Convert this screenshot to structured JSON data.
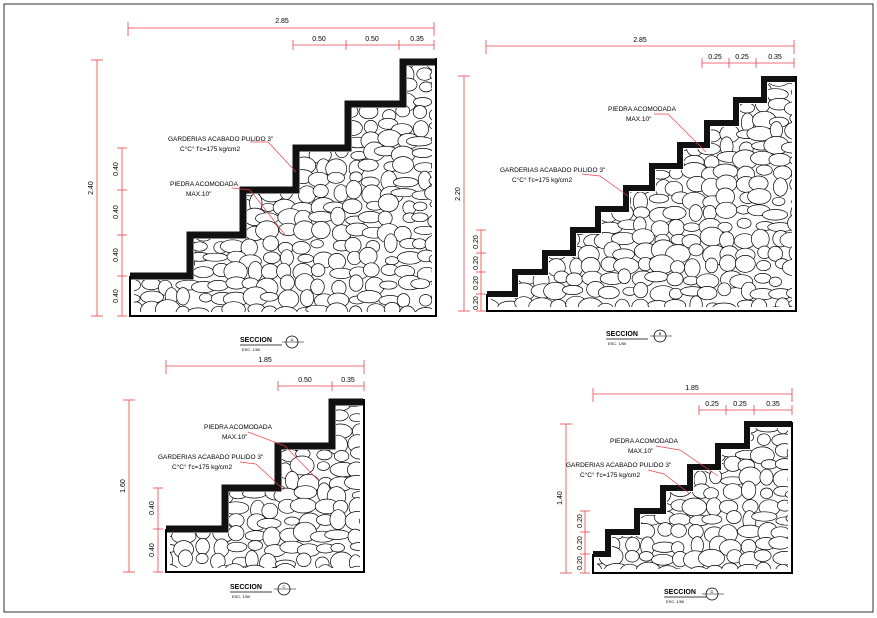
{
  "labels": {
    "garderias_1": "GARDERIAS ACABADO PULIDO 3\"",
    "garderias_2": "C°C° f'c=175 kg/cm2",
    "piedra_1": "PIEDRA ACOMODADA",
    "piedra_2": "MAX.10\""
  },
  "sections": [
    {
      "id": "A",
      "title": "SECCION",
      "letter": "A",
      "scale": "ESC. 1/50",
      "dims_top": {
        "total": "2.85",
        "parts": [
          "0.50",
          "0.50",
          "0.35"
        ]
      },
      "dims_left": {
        "total": "2.40",
        "parts": [
          "0.40",
          "0.40",
          "0.40",
          "0.40"
        ]
      }
    },
    {
      "id": "B",
      "title": "SECCION",
      "letter": "B",
      "scale": "ESC. 1/50",
      "dims_top": {
        "total": "2.85",
        "parts": [
          "0.25",
          "0.25",
          "0.35"
        ]
      },
      "dims_left": {
        "total": "2.20",
        "parts": [
          "0.20",
          "0.20",
          "0.20",
          "0.20"
        ]
      }
    },
    {
      "id": "C",
      "title": "SECCION",
      "letter": "C",
      "scale": "ESC. 1/50",
      "dims_top": {
        "total": "1.85",
        "parts": [
          "0.50",
          "0.35"
        ]
      },
      "dims_left": {
        "total": "1.60",
        "parts": [
          "0.40",
          "0.40"
        ]
      }
    },
    {
      "id": "D",
      "title": "SECCION",
      "letter": "D",
      "scale": "ESC. 1/50",
      "dims_top": {
        "total": "1.85",
        "parts": [
          "0.25",
          "0.25",
          "0.35"
        ]
      },
      "dims_left": {
        "total": "1.40",
        "parts": [
          "0.20",
          "0.20",
          "0.20"
        ]
      }
    }
  ]
}
